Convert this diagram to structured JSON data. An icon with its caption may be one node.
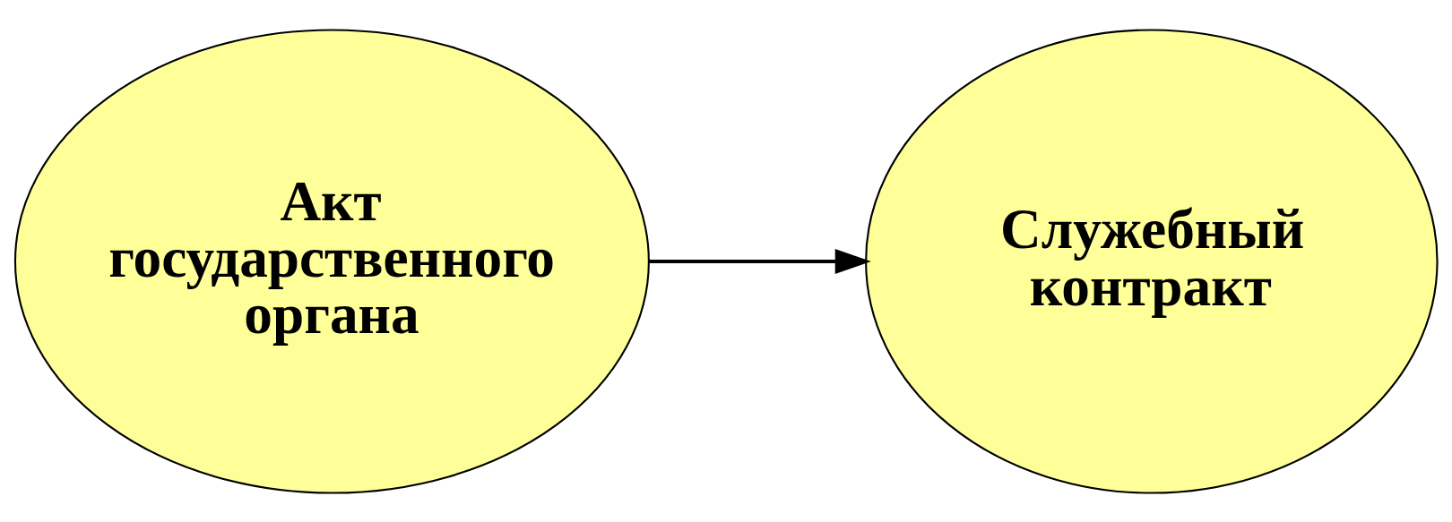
{
  "diagram": {
    "nodes": [
      {
        "text": [
          "Акт государственного органа"
        ]
      },
      {
        "text": [
          "Служебный контракт"
        ]
      }
    ],
    "edges": [
      {
        "from": 0,
        "to": 1,
        "arrow": "to"
      }
    ]
  }
}
